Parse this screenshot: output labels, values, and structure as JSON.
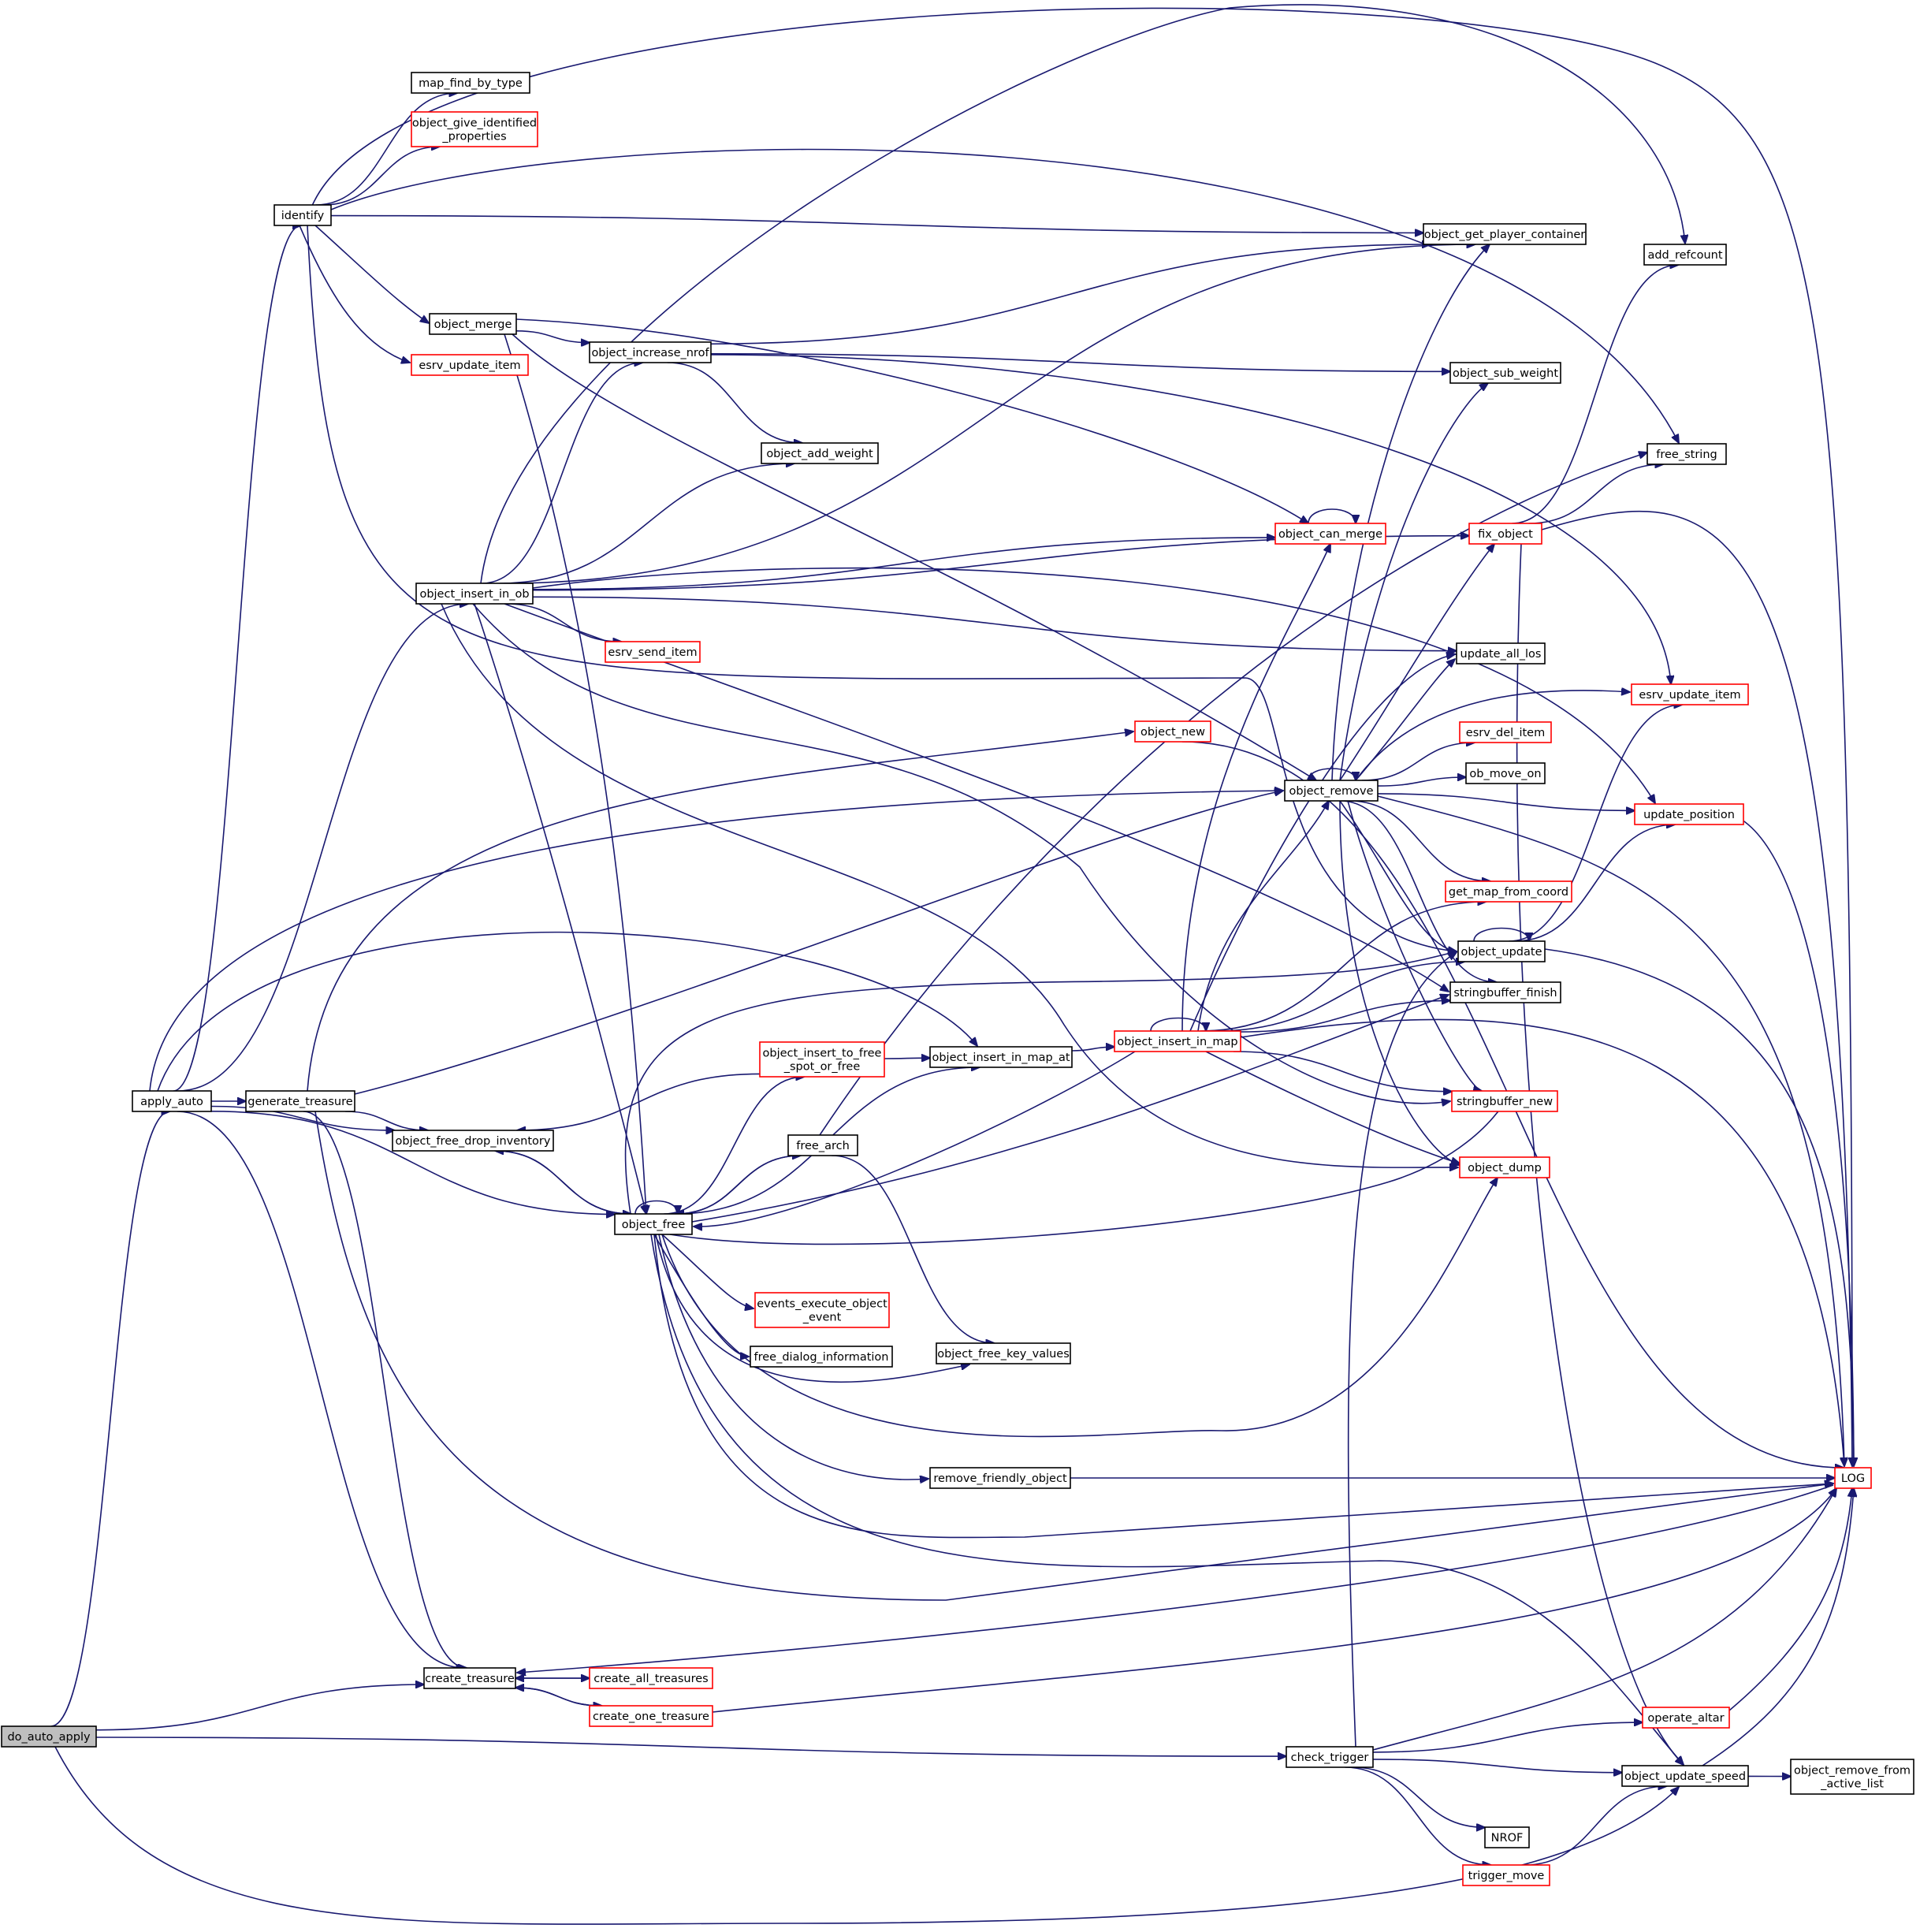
{
  "diagram": {
    "type": "call-graph",
    "colors": {
      "edge": "#191970",
      "box_normal": "#000000",
      "box_truncated": "#ff0000",
      "root_fill": "#bfbfbf",
      "fill": "#ffffff"
    },
    "nodes": [
      {
        "id": "do_auto_apply",
        "lines": [
          "do_auto_apply"
        ],
        "kind": "root"
      },
      {
        "id": "apply_auto",
        "lines": [
          "apply_auto"
        ],
        "kind": "normal"
      },
      {
        "id": "identify",
        "lines": [
          "identify"
        ],
        "kind": "normal"
      },
      {
        "id": "map_find_by_type",
        "lines": [
          "map_find_by_type"
        ],
        "kind": "normal"
      },
      {
        "id": "object_give_identified_properties",
        "lines": [
          "object_give_identified",
          "_properties"
        ],
        "kind": "truncated"
      },
      {
        "id": "object_merge",
        "lines": [
          "object_merge"
        ],
        "kind": "normal"
      },
      {
        "id": "esrv_update_item_l",
        "lines": [
          "esrv_update_item"
        ],
        "kind": "truncated"
      },
      {
        "id": "object_increase_nrof",
        "lines": [
          "object_increase_nrof"
        ],
        "kind": "normal"
      },
      {
        "id": "object_add_weight",
        "lines": [
          "object_add_weight"
        ],
        "kind": "normal"
      },
      {
        "id": "object_insert_in_ob",
        "lines": [
          "object_insert_in_ob"
        ],
        "kind": "normal"
      },
      {
        "id": "esrv_send_item",
        "lines": [
          "esrv_send_item"
        ],
        "kind": "truncated"
      },
      {
        "id": "object_new",
        "lines": [
          "object_new"
        ],
        "kind": "truncated"
      },
      {
        "id": "generate_treasure",
        "lines": [
          "generate_treasure"
        ],
        "kind": "normal"
      },
      {
        "id": "object_free_drop_inventory",
        "lines": [
          "object_free_drop_inventory"
        ],
        "kind": "normal"
      },
      {
        "id": "object_free",
        "lines": [
          "object_free"
        ],
        "kind": "normal"
      },
      {
        "id": "object_insert_to_free_spot_or_free",
        "lines": [
          "object_insert_to_free",
          "_spot_or_free"
        ],
        "kind": "truncated"
      },
      {
        "id": "object_insert_in_map_at",
        "lines": [
          "object_insert_in_map_at"
        ],
        "kind": "normal"
      },
      {
        "id": "free_arch",
        "lines": [
          "free_arch"
        ],
        "kind": "normal"
      },
      {
        "id": "events_execute_object_event",
        "lines": [
          "events_execute_object",
          "_event"
        ],
        "kind": "truncated"
      },
      {
        "id": "free_dialog_information",
        "lines": [
          "free_dialog_information"
        ],
        "kind": "normal"
      },
      {
        "id": "object_free_key_values",
        "lines": [
          "object_free_key_values"
        ],
        "kind": "normal"
      },
      {
        "id": "remove_friendly_object",
        "lines": [
          "remove_friendly_object"
        ],
        "kind": "normal"
      },
      {
        "id": "create_treasure",
        "lines": [
          "create_treasure"
        ],
        "kind": "normal"
      },
      {
        "id": "create_all_treasures",
        "lines": [
          "create_all_treasures"
        ],
        "kind": "truncated"
      },
      {
        "id": "create_one_treasure",
        "lines": [
          "create_one_treasure"
        ],
        "kind": "truncated"
      },
      {
        "id": "object_get_player_container",
        "lines": [
          "object_get_player_container"
        ],
        "kind": "normal"
      },
      {
        "id": "object_sub_weight",
        "lines": [
          "object_sub_weight"
        ],
        "kind": "normal"
      },
      {
        "id": "object_can_merge",
        "lines": [
          "object_can_merge"
        ],
        "kind": "truncated"
      },
      {
        "id": "object_remove",
        "lines": [
          "object_remove"
        ],
        "kind": "normal"
      },
      {
        "id": "object_insert_in_map",
        "lines": [
          "object_insert_in_map"
        ],
        "kind": "truncated"
      },
      {
        "id": "check_trigger",
        "lines": [
          "check_trigger"
        ],
        "kind": "normal"
      },
      {
        "id": "fix_object",
        "lines": [
          "fix_object"
        ],
        "kind": "truncated"
      },
      {
        "id": "update_all_los",
        "lines": [
          "update_all_los"
        ],
        "kind": "normal"
      },
      {
        "id": "esrv_del_item",
        "lines": [
          "esrv_del_item"
        ],
        "kind": "truncated"
      },
      {
        "id": "ob_move_on",
        "lines": [
          "ob_move_on"
        ],
        "kind": "normal"
      },
      {
        "id": "get_map_from_coord",
        "lines": [
          "get_map_from_coord"
        ],
        "kind": "truncated"
      },
      {
        "id": "object_update",
        "lines": [
          "object_update"
        ],
        "kind": "normal"
      },
      {
        "id": "stringbuffer_finish",
        "lines": [
          "stringbuffer_finish"
        ],
        "kind": "normal"
      },
      {
        "id": "stringbuffer_new",
        "lines": [
          "stringbuffer_new"
        ],
        "kind": "truncated"
      },
      {
        "id": "object_dump",
        "lines": [
          "object_dump"
        ],
        "kind": "truncated"
      },
      {
        "id": "NROF",
        "lines": [
          "NROF"
        ],
        "kind": "normal"
      },
      {
        "id": "trigger_move",
        "lines": [
          "trigger_move"
        ],
        "kind": "truncated"
      },
      {
        "id": "add_refcount",
        "lines": [
          "add_refcount"
        ],
        "kind": "normal"
      },
      {
        "id": "free_string",
        "lines": [
          "free_string"
        ],
        "kind": "normal"
      },
      {
        "id": "esrv_update_item_r",
        "lines": [
          "esrv_update_item"
        ],
        "kind": "truncated"
      },
      {
        "id": "update_position",
        "lines": [
          "update_position"
        ],
        "kind": "truncated"
      },
      {
        "id": "object_update_speed",
        "lines": [
          "object_update_speed"
        ],
        "kind": "normal"
      },
      {
        "id": "operate_altar",
        "lines": [
          "operate_altar"
        ],
        "kind": "truncated"
      },
      {
        "id": "LOG",
        "lines": [
          "LOG"
        ],
        "kind": "truncated"
      },
      {
        "id": "object_remove_from_active_list",
        "lines": [
          "object_remove_from",
          "_active_list"
        ],
        "kind": "normal"
      }
    ],
    "edges": [
      [
        "do_auto_apply",
        "apply_auto"
      ],
      [
        "do_auto_apply",
        "create_treasure"
      ],
      [
        "do_auto_apply",
        "check_trigger"
      ],
      [
        "do_auto_apply",
        "object_update_speed"
      ],
      [
        "apply_auto",
        "identify"
      ],
      [
        "apply_auto",
        "object_insert_in_ob"
      ],
      [
        "apply_auto",
        "generate_treasure"
      ],
      [
        "apply_auto",
        "object_free_drop_inventory"
      ],
      [
        "apply_auto",
        "object_free"
      ],
      [
        "apply_auto",
        "create_treasure"
      ],
      [
        "apply_auto",
        "object_remove"
      ],
      [
        "apply_auto",
        "object_insert_in_map_at"
      ],
      [
        "identify",
        "map_find_by_type"
      ],
      [
        "identify",
        "object_give_identified_properties"
      ],
      [
        "identify",
        "object_merge"
      ],
      [
        "identify",
        "esrv_update_item_l"
      ],
      [
        "identify",
        "object_get_player_container"
      ],
      [
        "identify",
        "free_string"
      ],
      [
        "identify",
        "LOG"
      ],
      [
        "identify",
        "object_update"
      ],
      [
        "object_merge",
        "object_increase_nrof"
      ],
      [
        "object_merge",
        "object_free"
      ],
      [
        "object_merge",
        "object_can_merge"
      ],
      [
        "object_merge",
        "object_remove"
      ],
      [
        "object_increase_nrof",
        "object_add_weight"
      ],
      [
        "object_increase_nrof",
        "object_get_player_container"
      ],
      [
        "object_increase_nrof",
        "object_sub_weight"
      ],
      [
        "object_increase_nrof",
        "esrv_update_item_r"
      ],
      [
        "object_insert_in_ob",
        "object_increase_nrof"
      ],
      [
        "object_insert_in_ob",
        "object_add_weight"
      ],
      [
        "object_insert_in_ob",
        "esrv_send_item"
      ],
      [
        "object_insert_in_ob",
        "object_can_merge"
      ],
      [
        "object_insert_in_ob",
        "fix_object"
      ],
      [
        "object_insert_in_ob",
        "update_all_los"
      ],
      [
        "object_insert_in_ob",
        "object_get_player_container"
      ],
      [
        "object_insert_in_ob",
        "add_refcount"
      ],
      [
        "object_insert_in_ob",
        "object_free"
      ],
      [
        "object_insert_in_ob",
        "update_position"
      ],
      [
        "object_insert_in_ob",
        "stringbuffer_finish"
      ],
      [
        "object_insert_in_ob",
        "stringbuffer_new"
      ],
      [
        "object_insert_in_ob",
        "object_dump"
      ],
      [
        "generate_treasure",
        "object_new"
      ],
      [
        "generate_treasure",
        "object_free_drop_inventory"
      ],
      [
        "generate_treasure",
        "create_treasure"
      ],
      [
        "generate_treasure",
        "object_remove"
      ],
      [
        "generate_treasure",
        "LOG"
      ],
      [
        "object_new",
        "LOG"
      ],
      [
        "object_free_drop_inventory",
        "object_free"
      ],
      [
        "object_free",
        "object_free_drop_inventory"
      ],
      [
        "object_free",
        "object_free"
      ],
      [
        "object_free",
        "object_insert_to_free_spot_or_free"
      ],
      [
        "object_free",
        "object_insert_in_map_at"
      ],
      [
        "object_free",
        "free_arch"
      ],
      [
        "object_free",
        "events_execute_object_event"
      ],
      [
        "object_free",
        "free_dialog_information"
      ],
      [
        "object_free",
        "object_free_key_values"
      ],
      [
        "object_free",
        "remove_friendly_object"
      ],
      [
        "object_free",
        "LOG"
      ],
      [
        "object_free",
        "object_update_speed"
      ],
      [
        "object_free",
        "object_update"
      ],
      [
        "object_free",
        "stringbuffer_finish"
      ],
      [
        "object_free",
        "stringbuffer_new"
      ],
      [
        "object_free",
        "object_dump"
      ],
      [
        "object_insert_to_free_spot_or_free",
        "object_insert_in_map_at"
      ],
      [
        "object_insert_to_free_spot_or_free",
        "object_free_drop_inventory"
      ],
      [
        "object_insert_in_map_at",
        "object_insert_in_map"
      ],
      [
        "free_arch",
        "object_free"
      ],
      [
        "free_arch",
        "free_string"
      ],
      [
        "free_arch",
        "object_free_key_values"
      ],
      [
        "remove_friendly_object",
        "LOG"
      ],
      [
        "create_treasure",
        "create_all_treasures"
      ],
      [
        "create_treasure",
        "create_one_treasure"
      ],
      [
        "create_all_treasures",
        "create_treasure"
      ],
      [
        "create_one_treasure",
        "create_treasure"
      ],
      [
        "create_one_treasure",
        "LOG"
      ],
      [
        "LOG",
        "create_treasure"
      ],
      [
        "object_can_merge",
        "object_can_merge"
      ],
      [
        "object_remove",
        "object_remove"
      ],
      [
        "object_remove",
        "object_get_player_container"
      ],
      [
        "object_remove",
        "object_sub_weight"
      ],
      [
        "object_remove",
        "fix_object"
      ],
      [
        "object_remove",
        "update_all_los"
      ],
      [
        "object_remove",
        "esrv_update_item_r"
      ],
      [
        "object_remove",
        "esrv_del_item"
      ],
      [
        "object_remove",
        "ob_move_on"
      ],
      [
        "object_remove",
        "update_position"
      ],
      [
        "object_remove",
        "get_map_from_coord"
      ],
      [
        "object_remove",
        "object_update"
      ],
      [
        "object_remove",
        "stringbuffer_finish"
      ],
      [
        "object_remove",
        "stringbuffer_new"
      ],
      [
        "object_remove",
        "object_dump"
      ],
      [
        "object_remove",
        "LOG"
      ],
      [
        "object_insert_in_map",
        "object_insert_in_map"
      ],
      [
        "object_insert_in_map",
        "object_can_merge"
      ],
      [
        "object_insert_in_map",
        "object_remove"
      ],
      [
        "object_insert_in_map",
        "object_free"
      ],
      [
        "object_insert_in_map",
        "get_map_from_coord"
      ],
      [
        "object_insert_in_map",
        "object_update"
      ],
      [
        "object_insert_in_map",
        "stringbuffer_finish"
      ],
      [
        "object_insert_in_map",
        "stringbuffer_new"
      ],
      [
        "object_insert_in_map",
        "object_dump"
      ],
      [
        "object_insert_in_map",
        "update_all_los"
      ],
      [
        "object_insert_in_map",
        "LOG"
      ],
      [
        "fix_object",
        "add_refcount"
      ],
      [
        "fix_object",
        "free_string"
      ],
      [
        "fix_object",
        "LOG"
      ],
      [
        "fix_object",
        "object_update_speed"
      ],
      [
        "object_update",
        "object_update"
      ],
      [
        "object_update",
        "update_position"
      ],
      [
        "object_update",
        "esrv_update_item_r"
      ],
      [
        "object_update",
        "LOG"
      ],
      [
        "update_position",
        "LOG"
      ],
      [
        "check_trigger",
        "object_update"
      ],
      [
        "check_trigger",
        "LOG"
      ],
      [
        "check_trigger",
        "operate_altar"
      ],
      [
        "check_trigger",
        "object_update_speed"
      ],
      [
        "check_trigger",
        "NROF"
      ],
      [
        "check_trigger",
        "trigger_move"
      ],
      [
        "trigger_move",
        "object_update_speed"
      ],
      [
        "operate_altar",
        "LOG"
      ],
      [
        "object_update_speed",
        "object_remove_from_active_list"
      ],
      [
        "object_update_speed",
        "LOG"
      ]
    ]
  }
}
